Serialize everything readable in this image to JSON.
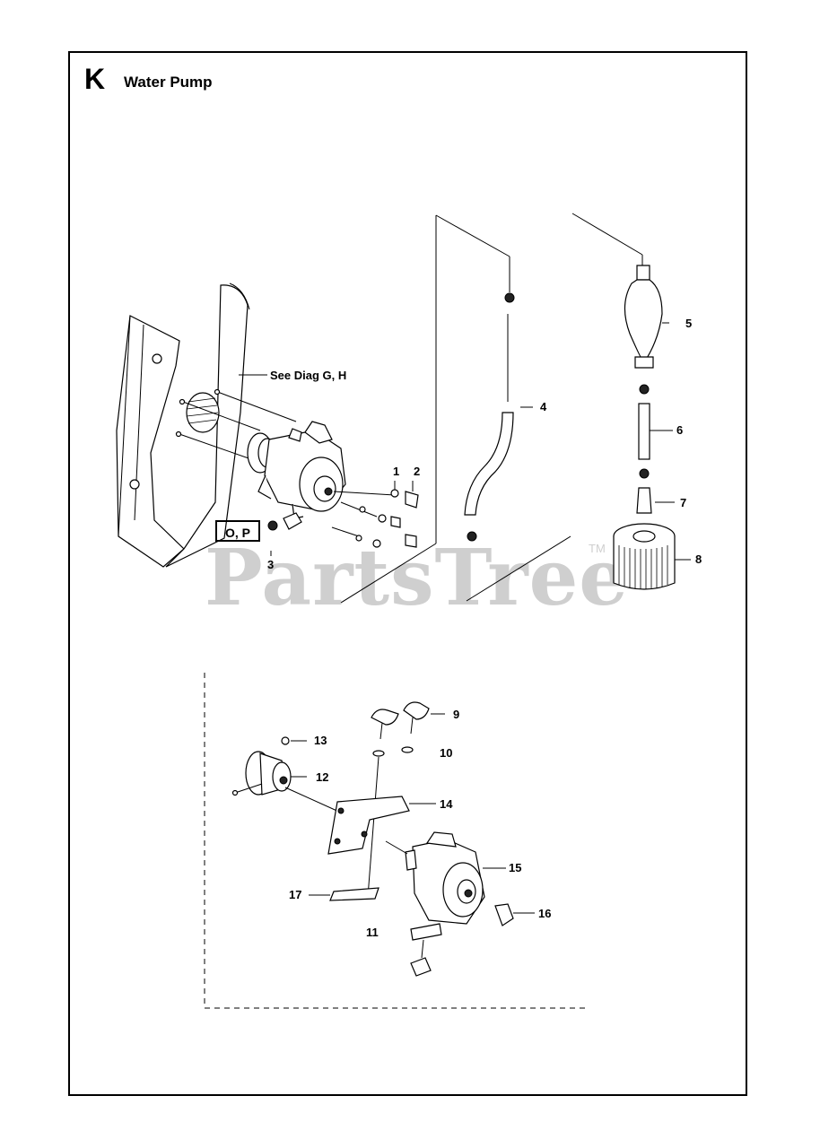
{
  "header": {
    "section_letter": "K",
    "title": "Water Pump"
  },
  "watermark": {
    "text": "PartsTree",
    "trademark": "TM",
    "color": "#cfcfcf"
  },
  "references": {
    "see_diag": "See Diag G, H",
    "ref_box": "O, P"
  },
  "callouts": [
    "1",
    "2",
    "3",
    "4",
    "5",
    "6",
    "7",
    "8",
    "9",
    "10",
    "11",
    "12",
    "13",
    "14",
    "15",
    "16",
    "17"
  ]
}
